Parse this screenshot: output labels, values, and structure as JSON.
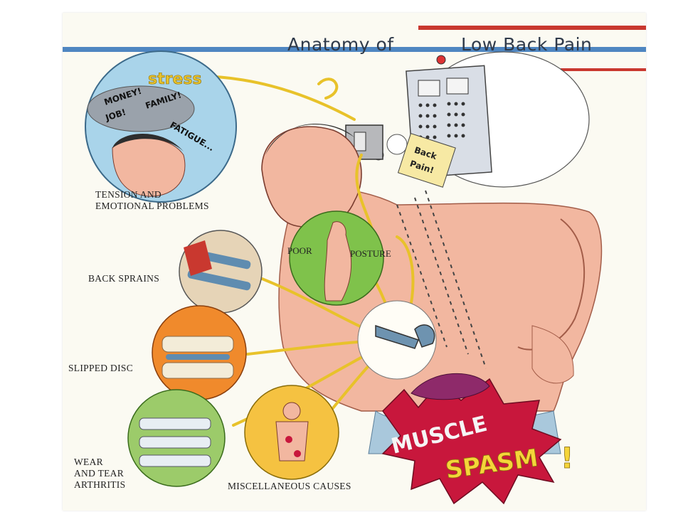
{
  "title": {
    "part1": "Anatomy of",
    "part2": "Low Back Pain"
  },
  "stress_word": "stress",
  "thought_words": [
    "MONEY!",
    "JOB!",
    "FAMILY!",
    "FATIGUE..."
  ],
  "labels": {
    "tension": [
      "TENSION AND",
      "EMOTIONAL PROBLEMS"
    ],
    "sprains": "BACK SPRAINS",
    "disc": "SLIPPED DISC",
    "arthritis": [
      "WEAR",
      "AND TEAR",
      "ARTHRITIS"
    ],
    "misc": "MISCELLANEOUS CAUSES",
    "posture_poor": "POOR",
    "posture_word": "POSTURE"
  },
  "ticket": [
    "Back",
    "Pain!"
  ],
  "spasm": {
    "line1": "MUSCLE",
    "line2": "SPASM",
    "bang": "!"
  },
  "colors": {
    "stripe_blue": "#4f86c1",
    "stripe_red": "#c9382f",
    "skin": "#f2b7a0",
    "spasm_red": "#c8173c",
    "spasm_yellow": "#f5d53a",
    "wire": "#e8c22a",
    "circle_blue": "#a9d4ea",
    "circle_green": "#7fc24b",
    "circle_orange": "#f08a2c"
  }
}
